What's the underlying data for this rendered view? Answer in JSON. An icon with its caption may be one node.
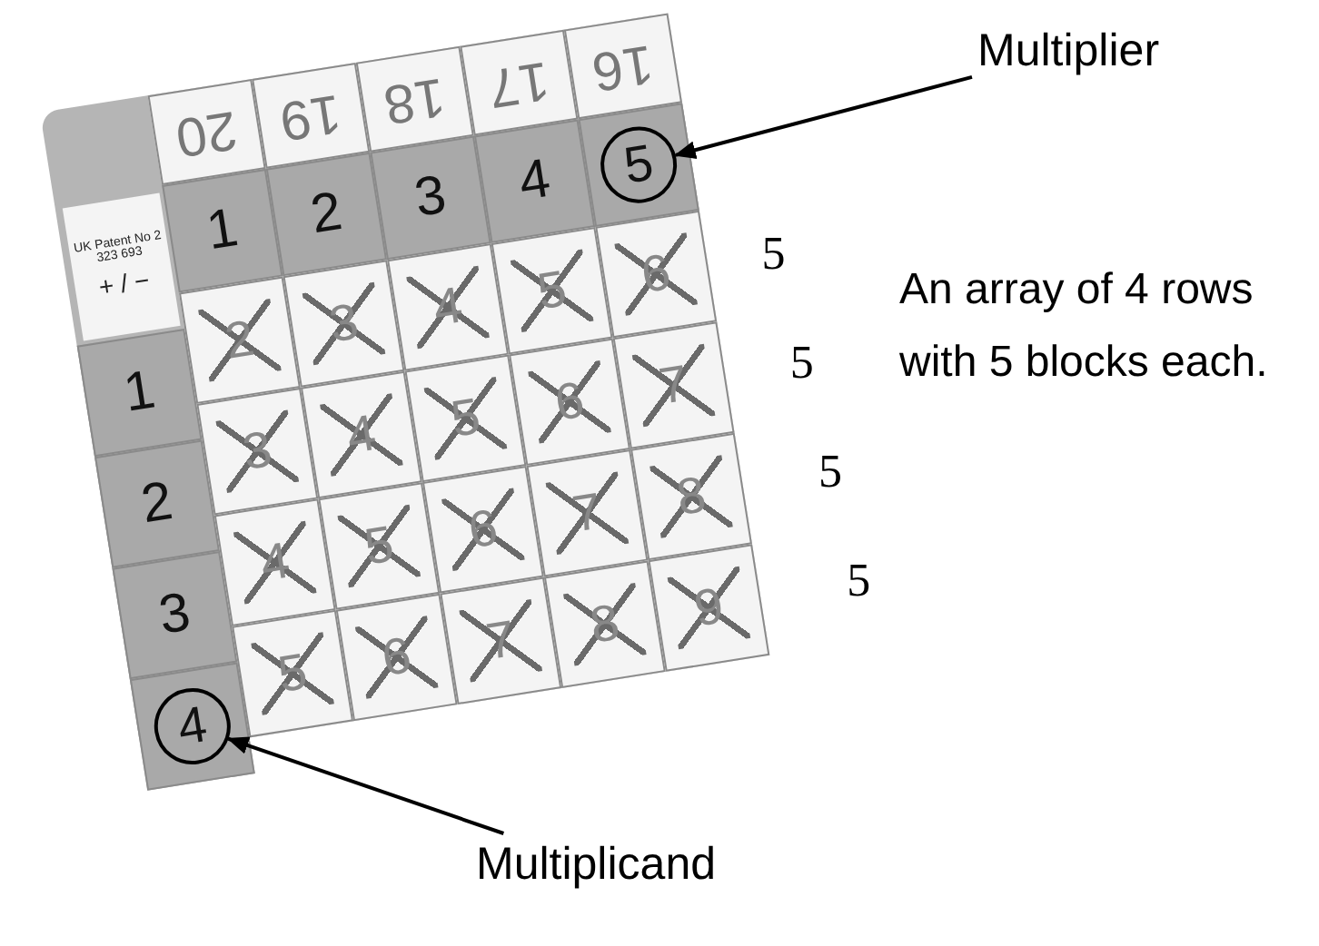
{
  "diagram": {
    "nodes": [
      {
        "text": [
          "Multiplier"
        ]
      },
      {
        "text": [
          "5"
        ]
      },
      {
        "text": [
          "4"
        ]
      },
      {
        "text": [
          "Multiplicand"
        ]
      }
    ],
    "edges": [
      {
        "from": 0,
        "to": 1,
        "arrow": "to"
      },
      {
        "from": 3,
        "to": 2,
        "arrow": "to"
      }
    ],
    "labels": [
      "20",
      "19",
      "18",
      "17",
      "16",
      "UK Patent No 2 323 693",
      "+ / −",
      "1",
      "2",
      "3",
      "4",
      "1",
      "2",
      "3",
      "4",
      "5",
      "6",
      "5",
      "2",
      "3",
      "4",
      "5",
      "6",
      "7",
      "5",
      "3",
      "4",
      "5",
      "6",
      "7",
      "8",
      "5",
      "5",
      "6",
      "7",
      "8",
      "9",
      "5",
      "An array of 4 rows with 5 blocks each."
    ]
  }
}
